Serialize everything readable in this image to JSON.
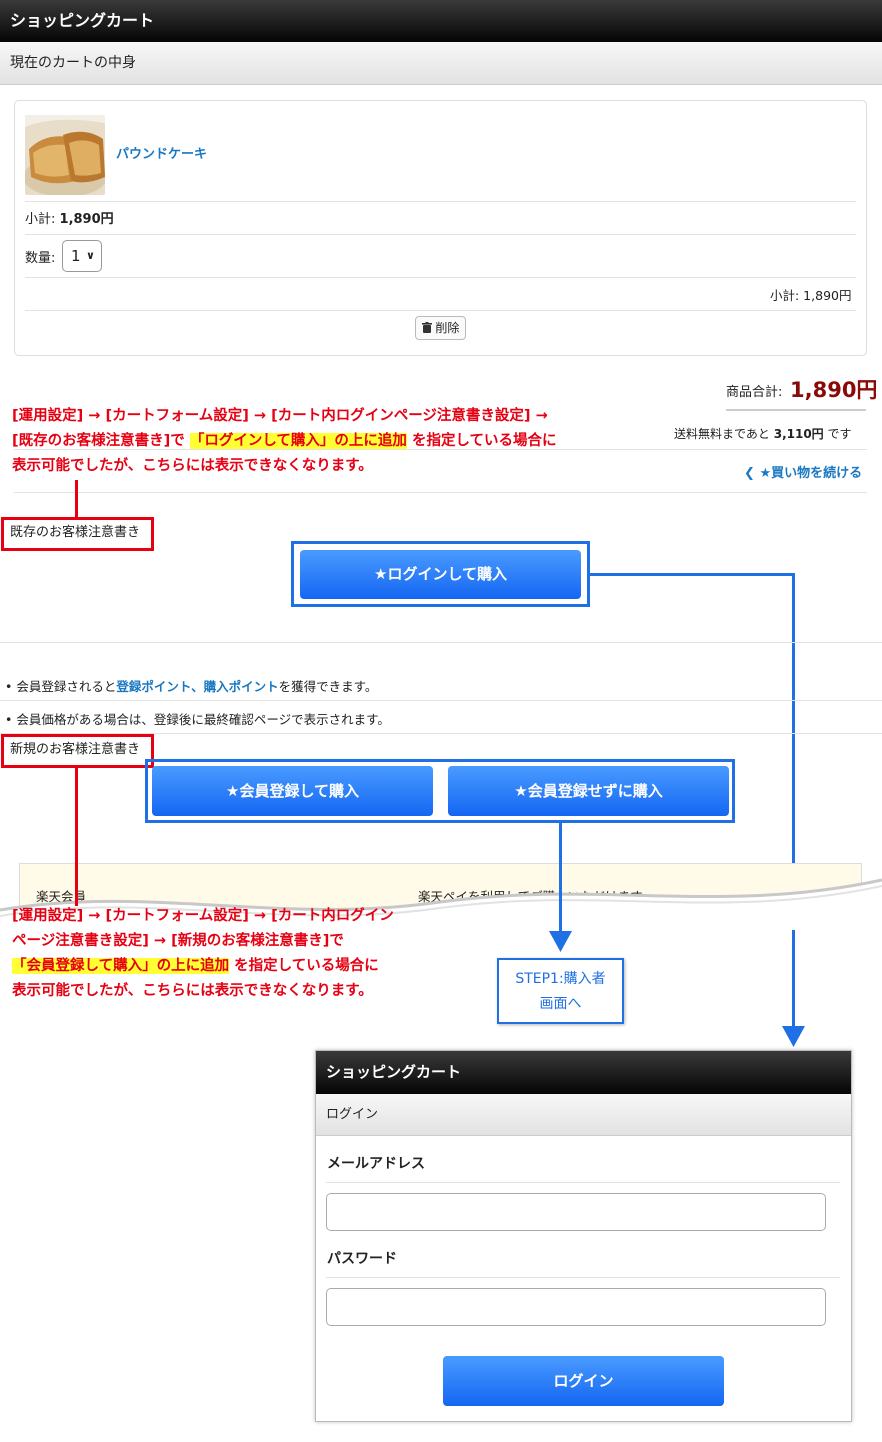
{
  "header": {
    "title": "ショッピングカート"
  },
  "cart": {
    "section_title": "現在のカートの中身",
    "item": {
      "name": "パウンドケーキ",
      "image_icon": "pound-cake-photo",
      "subtotal_label": "小計:",
      "subtotal_value": "1,890円",
      "qty_label": "数量:",
      "qty_value": "1",
      "line_subtotal": "小計: 1,890円",
      "delete_label": "削除",
      "delete_icon": "trash-icon"
    },
    "total_label": "商品合計:",
    "total_value": "1,890円",
    "free_shipping_pre": "送料無料まであと",
    "free_shipping_amount": "3,110円",
    "free_shipping_post": "です",
    "continue_label": "★買い物を続ける"
  },
  "annotation_top": {
    "line1": "[運用設定] → [カートフォーム設定] → [カート内ログインページ注意書き設定] →",
    "line2_pre": "[既存のお客様注意書き]で",
    "line2_hl": "「ログインして購入」の上に追加",
    "line2_post": "を指定している場合に",
    "line3": "表示可能でしたが、こちらには表示できなくなります。"
  },
  "existing_note_label": "既存のお客様注意書き",
  "login_buy_label": "★ログインして購入",
  "member_info": {
    "line1_pre": "会員登録されると",
    "line1_link": "登録ポイント、購入ポイント",
    "line1_post": "を獲得できます。",
    "line2": "会員価格がある場合は、登録後に最終確認ページで表示されます。"
  },
  "new_note_label": "新規のお客様注意書き",
  "register_buy_label": "★会員登録して購入",
  "guest_buy_label": "★会員登録せずに購入",
  "rakuten_text_left": "楽天会員",
  "rakuten_text_right": "楽天ペイを利用してご購入いただけます。",
  "annotation_bottom": {
    "line1": "[運用設定] → [カートフォーム設定] → [カート内ログイン",
    "line2": "ページ注意書き設定] → [新規のお客様注意書き]で",
    "line3_hl": "「会員登録して購入」の上に追加",
    "line3_post": "を指定している場合に",
    "line4": "表示可能でしたが、こちらには表示できなくなります。"
  },
  "step_box": {
    "line1": "STEP1:購入者",
    "line2": "画面へ"
  },
  "login_panel": {
    "title": "ショッピングカート",
    "subtitle": "ログイン",
    "email_label": "メールアドレス",
    "password_label": "パスワード",
    "login_button": "ログイン"
  },
  "colors": {
    "annotation_red": "#e60012",
    "annotation_blue": "#1f6fe5",
    "link_blue": "#1a78c2",
    "price_red": "#8a0a0a",
    "highlight_yellow": "#ffff33"
  }
}
